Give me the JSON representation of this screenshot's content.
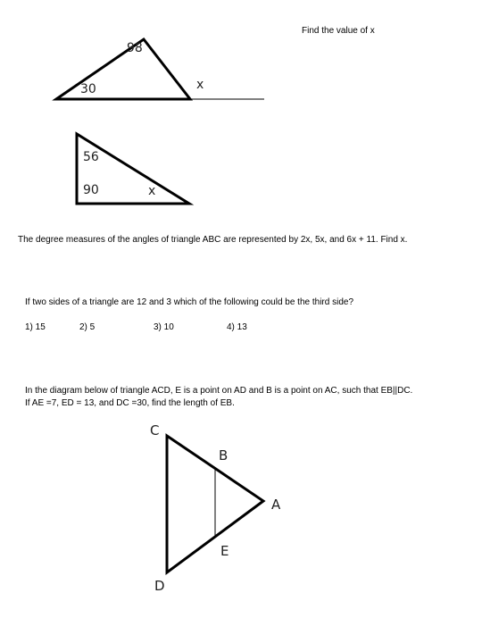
{
  "problem1": {
    "instruction": "Find the value of x",
    "figure_a_labels": {
      "top_angle": "98",
      "left_angle": "30",
      "exterior_angle": "x"
    },
    "figure_b_labels": {
      "top_angle": "56",
      "right_angle": "90",
      "bottom_angle": "x"
    }
  },
  "problem2": {
    "text": "The degree measures of the angles of triangle ABC are represented by 2x, 5x, and 6x + 11. Find x."
  },
  "problem3": {
    "question": "If two sides of a triangle are 12 and 3 which of the following could be the third side?",
    "choices": [
      "1) 15",
      "2) 5",
      "3) 10",
      "4) 13"
    ]
  },
  "problem4": {
    "line1": "In the diagram below of triangle ACD, E is a point on AD and B is a point on AC, such that EB||DC.",
    "line2": "If AE =7, ED = 13, and DC =30, find the length of EB.",
    "vertex_labels": {
      "C": "C",
      "B": "B",
      "A": "A",
      "E": "E",
      "D": "D"
    }
  }
}
